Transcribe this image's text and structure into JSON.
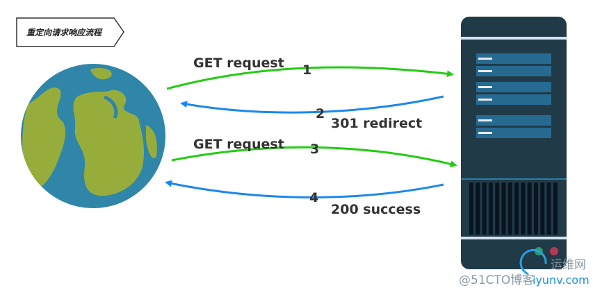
{
  "title": "重定向请求响应流程",
  "steps": [
    {
      "number": "1",
      "label": "GET request",
      "direction": "client-to-server",
      "color": "#22cc11"
    },
    {
      "number": "2",
      "label": "301 redirect",
      "direction": "server-to-client",
      "color": "#1a88ee"
    },
    {
      "number": "3",
      "label": "GET request",
      "direction": "client-to-server",
      "color": "#22cc11"
    },
    {
      "number": "4",
      "label": "200 success",
      "direction": "server-to-client",
      "color": "#1a88ee"
    }
  ],
  "icons": {
    "client": "globe-icon",
    "server": "server-icon"
  },
  "watermark": {
    "line1": "运维网",
    "line2": "@51CTO博客",
    "overlay": "iyunv.com"
  }
}
